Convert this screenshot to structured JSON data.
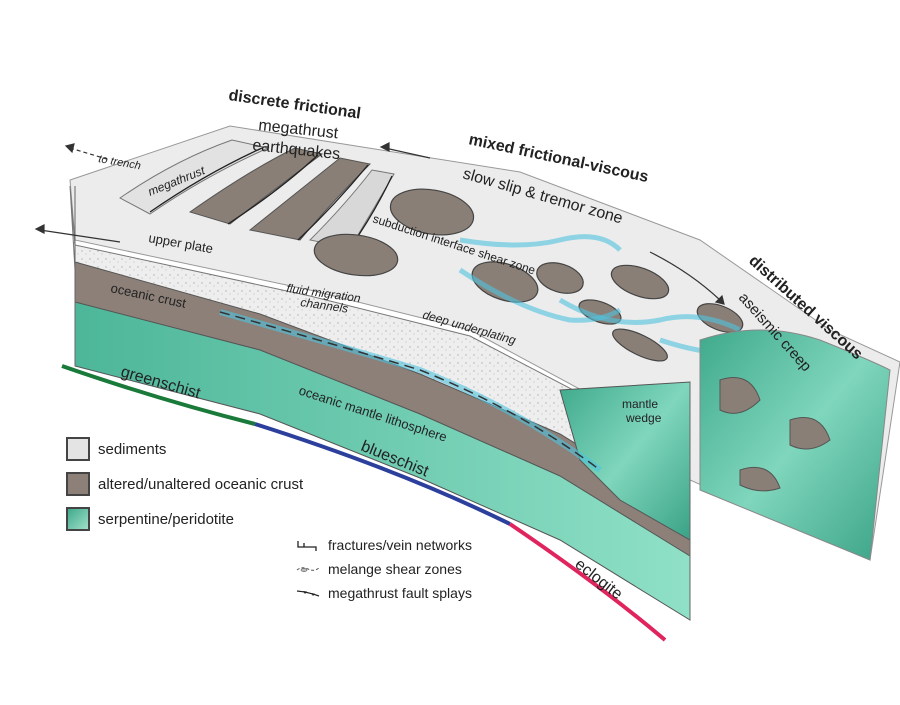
{
  "regime_labels": {
    "discrete": "discrete frictional",
    "mixed": "mixed frictional-viscous",
    "distributed": "distributed viscous"
  },
  "zone_labels": {
    "megathrust_eq_line1": "megathrust",
    "megathrust_eq_line2": "earthquakes",
    "slow_slip": "slow slip & tremor zone",
    "aseismic": "aseismic creep",
    "shear_zone": "subduction interface shear zone"
  },
  "section_labels": {
    "to_trench": "to trench",
    "megathrust": "megathrust",
    "upper_plate": "upper plate",
    "oceanic_crust": "oceanic crust",
    "fluid_line1": "fluid migration",
    "fluid_line2": "channels",
    "deep_underplating": "deep underplating",
    "mantle_line1": "mantle",
    "mantle_line2": "wedge",
    "oceanic_mantle": "oceanic mantle lithosphere"
  },
  "metamorphic_facies": [
    {
      "label": "greenschist",
      "color": "#1a7a3a"
    },
    {
      "label": "blueschist",
      "color": "#2c3f9c"
    },
    {
      "label": "eclogite",
      "color": "#e0245e"
    }
  ],
  "legend_units": [
    {
      "label": "sediments",
      "color": "#e4e4e4"
    },
    {
      "label": "altered/unaltered oceanic crust",
      "color": "#8c8078"
    },
    {
      "label": "serpentine/peridotite",
      "color": "#5fc2a6"
    }
  ],
  "legend_structures": [
    {
      "label": "fractures/vein networks",
      "icon": "fracture-icon"
    },
    {
      "label": "melange shear zones",
      "icon": "melange-icon"
    },
    {
      "label": "megathrust fault splays",
      "icon": "fault-splay-icon"
    }
  ],
  "colors": {
    "sediment": "#e8e8e8",
    "crust": "#8c8078",
    "mantle": "#5fc2a6",
    "mantle_light": "#9fe0c8",
    "shear_blue": "#4ec3e0"
  }
}
